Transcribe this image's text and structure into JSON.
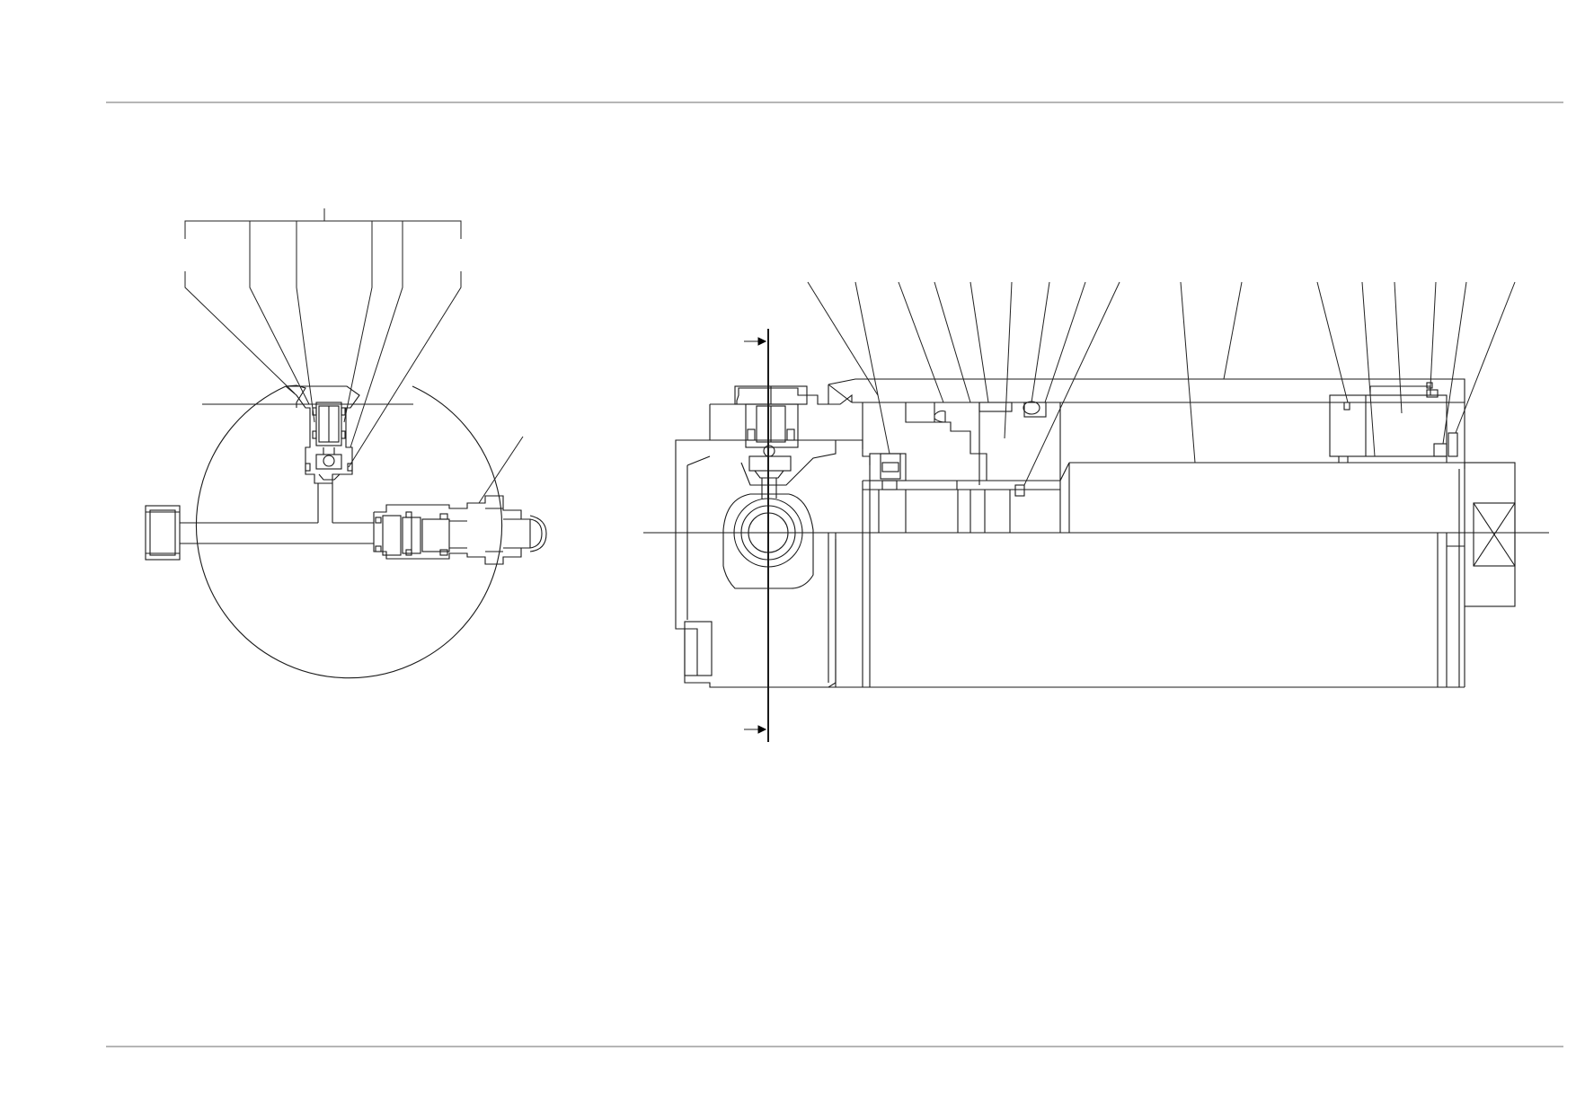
{
  "drawing": {
    "type": "technical cross-section drawing",
    "views": [
      {
        "id": "end-view",
        "kind": "circular end view with valve cartridges"
      },
      {
        "id": "side-section",
        "kind": "longitudinal section of cylindrical assembly"
      }
    ],
    "leader_lines": {
      "end_view_count": 8,
      "side_section_count": 16
    },
    "colors": {
      "line": "#1a1a1a",
      "frame": "#8a8a8a",
      "background": "#ffffff"
    }
  }
}
